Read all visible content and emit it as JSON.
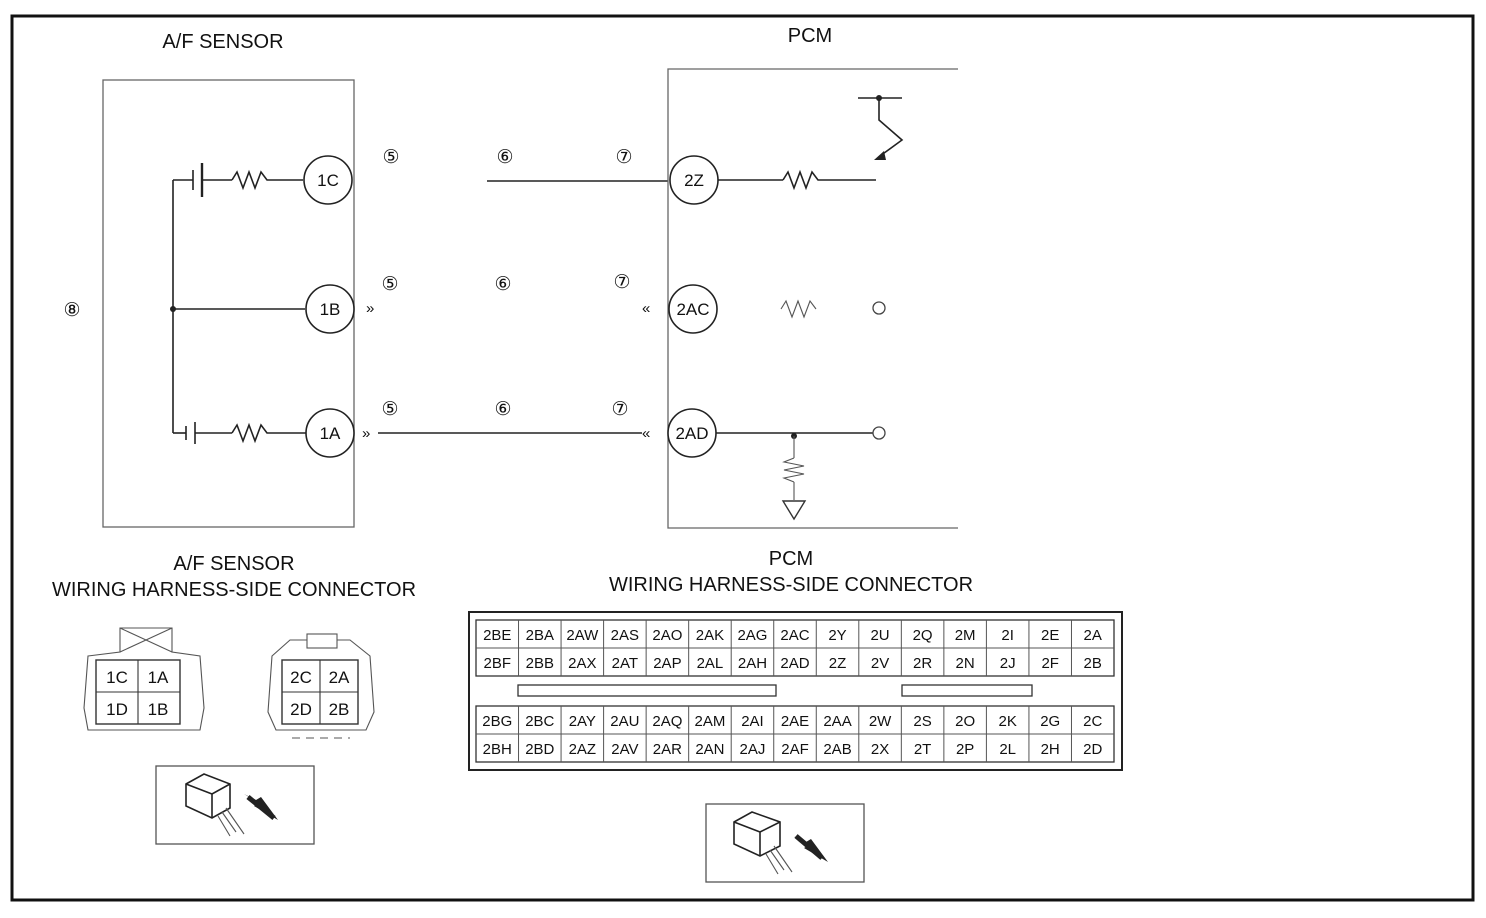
{
  "labels": {
    "af_sensor": "A/F SENSOR",
    "pcm": "PCM",
    "af_connector_title_1": "A/F SENSOR",
    "af_connector_title_2": "WIRING HARNESS-SIDE CONNECTOR",
    "pcm_connector_title_1": "PCM",
    "pcm_connector_title_2": "WIRING HARNESS-SIDE CONNECTOR"
  },
  "markers": {
    "m5": "⑤",
    "m6": "⑥",
    "m7": "⑦",
    "m8": "⑧"
  },
  "sensor_pins": {
    "p1c": "1C",
    "p1b": "1B",
    "p1a": "1A"
  },
  "pcm_pins": {
    "p2z": "2Z",
    "p2ac": "2AC",
    "p2ad": "2AD"
  },
  "af_connector": {
    "left": [
      [
        "1C",
        "1A"
      ],
      [
        "1D",
        "1B"
      ]
    ],
    "right": [
      [
        "2C",
        "2A"
      ],
      [
        "2D",
        "2B"
      ]
    ]
  },
  "pcm_connector": {
    "top": [
      [
        "2BE",
        "2BA",
        "2AW",
        "2AS",
        "2AO",
        "2AK",
        "2AG",
        "2AC",
        "2Y",
        "2U",
        "2Q",
        "2M",
        "2I",
        "2E",
        "2A"
      ],
      [
        "2BF",
        "2BB",
        "2AX",
        "2AT",
        "2AP",
        "2AL",
        "2AH",
        "2AD",
        "2Z",
        "2V",
        "2R",
        "2N",
        "2J",
        "2F",
        "2B"
      ]
    ],
    "bottom": [
      [
        "2BG",
        "2BC",
        "2AY",
        "2AU",
        "2AQ",
        "2AM",
        "2AI",
        "2AE",
        "2AA",
        "2W",
        "2S",
        "2O",
        "2K",
        "2G",
        "2C"
      ],
      [
        "2BH",
        "2BD",
        "2AZ",
        "2AV",
        "2AR",
        "2AN",
        "2AJ",
        "2AF",
        "2AB",
        "2X",
        "2T",
        "2P",
        "2L",
        "2H",
        "2D"
      ]
    ]
  }
}
